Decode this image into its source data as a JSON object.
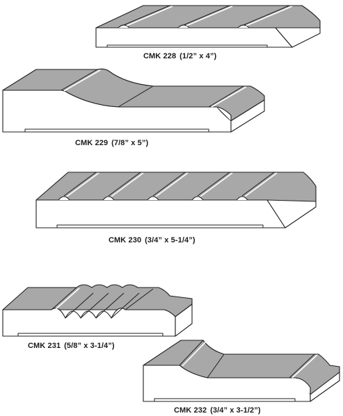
{
  "profiles": [
    {
      "code": "CMK 228",
      "size": "(1/2” x 4”)"
    },
    {
      "code": "CMK 229",
      "size": "(7/8” x 5”)"
    },
    {
      "code": "CMK 230",
      "size": "(3/4” x 5-1/4”)"
    },
    {
      "code": "CMK 231",
      "size": "(5/8” x 3-1/4”)"
    },
    {
      "code": "CMK 232",
      "size": "(3/4” x 3-1/2”)"
    }
  ]
}
